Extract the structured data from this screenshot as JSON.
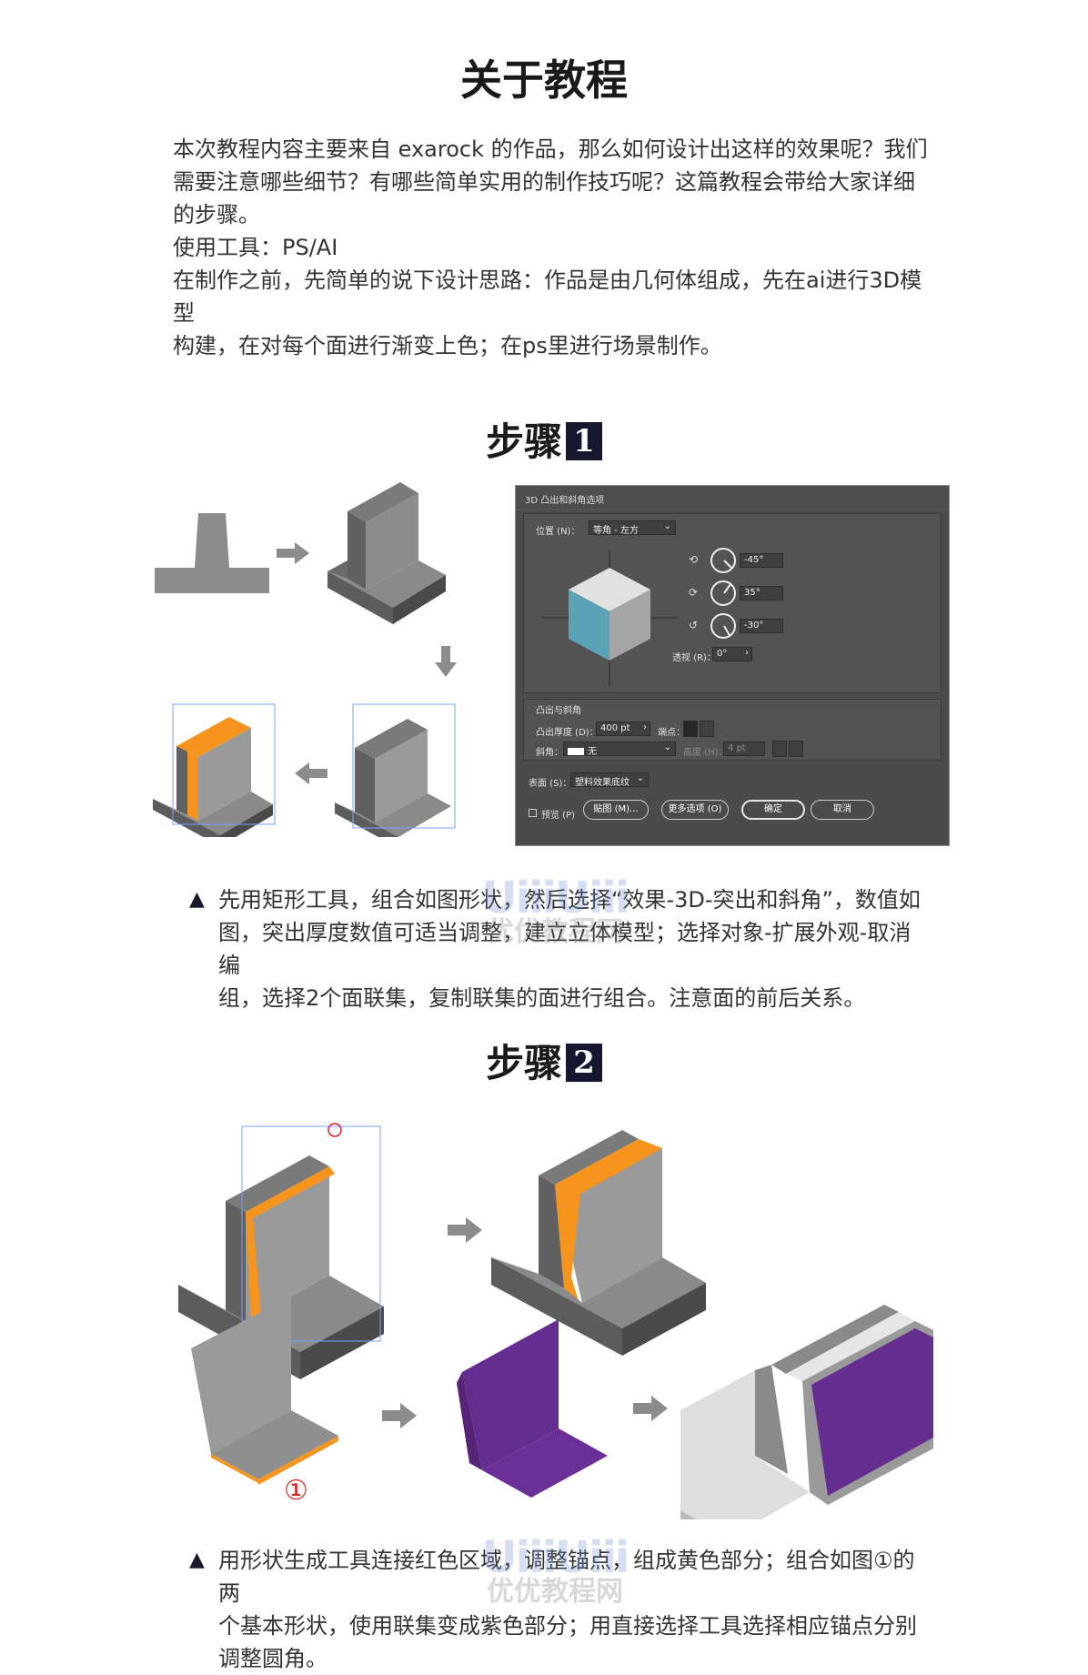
{
  "page": {
    "title": "关于教程",
    "intro": [
      "本次教程内容主要来自 exarock 的作品，那么如何设计出这样的效果呢？我们",
      "需要注意哪些细节？有哪些简单实用的制作技巧呢？这篇教程会带给大家详细",
      "的步骤。",
      "使用工具：PS/AI",
      "在制作之前，先简单的说下设计思路：作品是由几何体组成，先在ai进行3D模型",
      "构建，在对每个面进行渐变上色；在ps里进行场景制作。"
    ]
  },
  "step1": {
    "label": "步骤",
    "num": "1",
    "caption": [
      "先用矩形工具，组合如图形状，然后选择“效果-3D-突出和斜角”，数值如",
      "图，突出厚度数值可适当调整，建立立体模型；选择对象-扩展外观-取消编",
      "组，选择2个面联集，复制联集的面进行组合。注意面的前后关系。"
    ]
  },
  "dialog": {
    "title": "3D 凸出和斜角选项",
    "position_label": "位置 (N)：",
    "position_value": "等角 - 左方",
    "rot_x": "-45°",
    "rot_y": "35°",
    "rot_z": "-30°",
    "perspective_label": "透视 (R)：",
    "perspective_value": "0°",
    "extrude_section": "凸出与斜角",
    "extrude_depth_label": "凸出厚度 (D)：",
    "extrude_depth_value": "400 pt",
    "cap_label": "端点：",
    "bevel_label": "斜角：",
    "bevel_value": "无",
    "height_label": "高度 (H)：",
    "height_value": "4 pt",
    "surface_label": "表面 (S)：",
    "surface_value": "塑料效果底纹",
    "preview_label": "预览 (P)",
    "map_button": "贴图 (M)...",
    "more_button": "更多选项 (O)",
    "ok_button": "确定",
    "cancel_button": "取消"
  },
  "step2": {
    "label": "步骤",
    "num": "2",
    "marker": "①",
    "caption": [
      "用形状生成工具连接红色区域，调整锚点，组成黄色部分；组合如图①的两",
      "个基本形状，使用联集变成紫色部分；用直接选择工具选择相应锚点分别",
      "调整圆角。"
    ]
  },
  "watermark": {
    "logo": "UiiiUiii",
    "text": "优优教程网"
  },
  "colors": {
    "accent_orange": "#f7941d",
    "purple": "#662d91",
    "cube_blue": "#5aa2b5",
    "dark_gray": "#5a5a5a",
    "mid_gray": "#8c8c8c"
  }
}
